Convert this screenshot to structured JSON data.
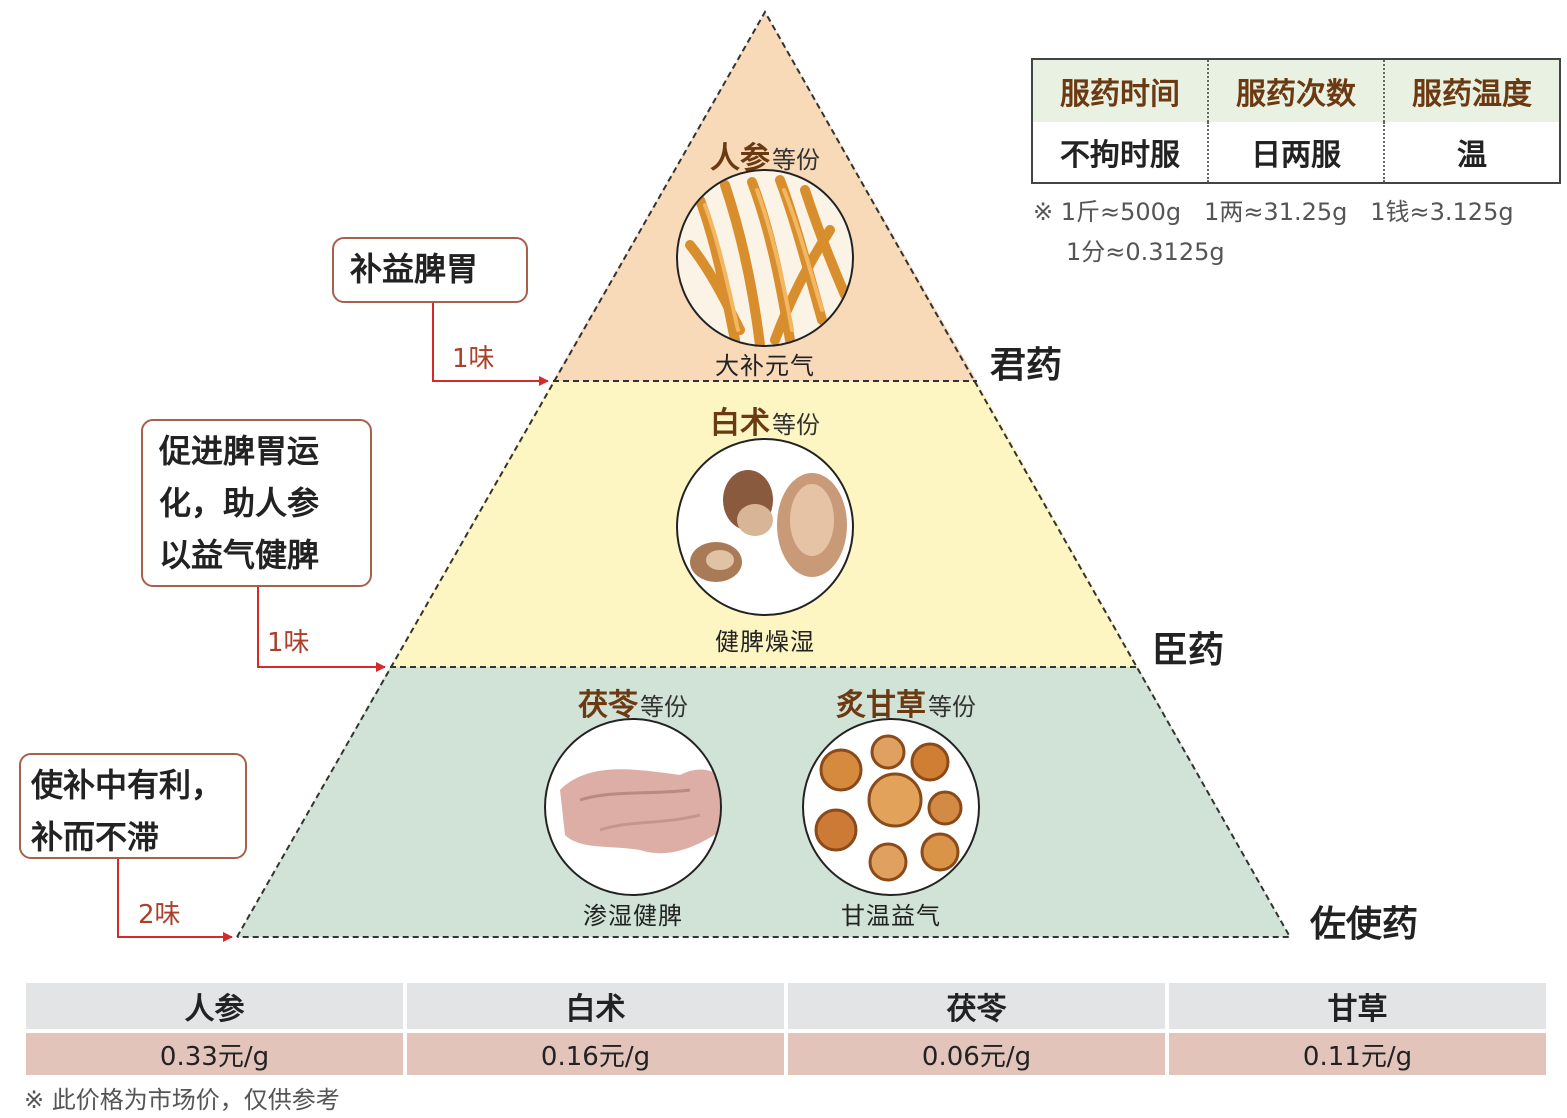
{
  "tiers": [
    {
      "role": "君药",
      "herbs": [
        {
          "name": "人参",
          "dose": "等份",
          "effect": "大补元气",
          "icon": "ginseng-image"
        }
      ],
      "callout": [
        "补益脾胃"
      ],
      "count": "1味",
      "color": "#f8d9b8"
    },
    {
      "role": "臣药",
      "herbs": [
        {
          "name": "白术",
          "dose": "等份",
          "effect": "健脾燥湿",
          "icon": "atractylodes-image"
        }
      ],
      "callout": [
        "促进脾胃运",
        "化，助人参",
        "以益气健脾"
      ],
      "count": "1味",
      "color": "#fdf5c2"
    },
    {
      "role": "佐使药",
      "herbs": [
        {
          "name": "茯苓",
          "dose": "等份",
          "effect": "渗湿健脾",
          "icon": "poria-image"
        },
        {
          "name": "炙甘草",
          "dose": "等份",
          "effect": "甘温益气",
          "icon": "licorice-image"
        }
      ],
      "callout": [
        "使补中有利，",
        "补而不滞"
      ],
      "count": "2味",
      "color": "#d1e3d6"
    }
  ],
  "dosage": {
    "headers": [
      "服药时间",
      "服药次数",
      "服药温度"
    ],
    "values": [
      "不拘时服",
      "日两服",
      "温"
    ]
  },
  "conversions": {
    "line1": "※ 1斤≈500g   1两≈31.25g   1钱≈3.125g",
    "line2": "1分≈0.3125g"
  },
  "prices": {
    "herbs": [
      "人参",
      "白术",
      "茯苓",
      "甘草"
    ],
    "values": [
      "0.33元/g",
      "0.16元/g",
      "0.06元/g",
      "0.11元/g"
    ],
    "note": "※ 此价格为市场价，仅供参考"
  },
  "colors": {
    "accent": "#a8402a",
    "herb_title": "#6b3a12"
  }
}
